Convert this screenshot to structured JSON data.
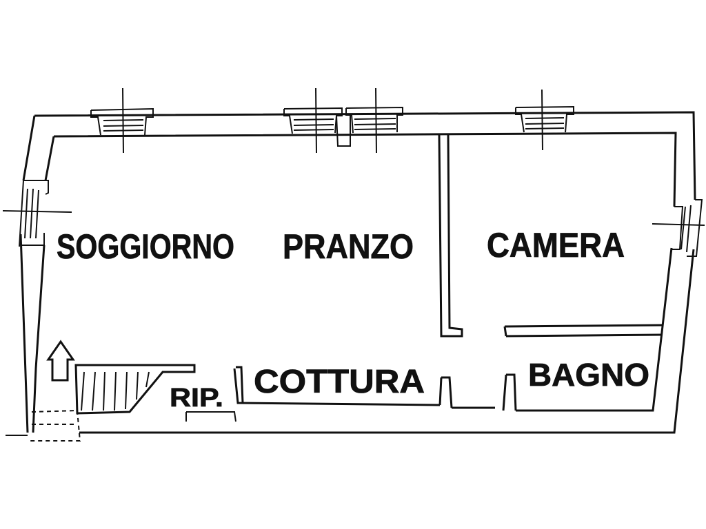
{
  "plan": {
    "rooms": {
      "soggiorno": "SOGGIORNO",
      "pranzo": "PRANZO",
      "camera": "CAMERA",
      "cottura": "COTTURA",
      "bagno": "BAGNO",
      "ripostiglio": "RIP."
    }
  }
}
